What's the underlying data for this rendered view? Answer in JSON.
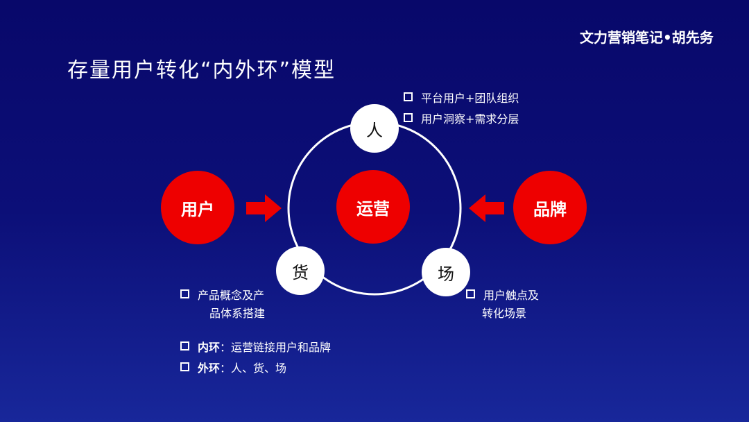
{
  "title": "存量用户转化“内外环”模型",
  "watermark": "文力营销笔记•胡先务",
  "nodes": {
    "user": "用户",
    "ops": "运营",
    "brand": "品牌",
    "people": "人",
    "goods": "货",
    "place": "场"
  },
  "people_points": [
    "平台用户+团队组织",
    "用户洞察+需求分层"
  ],
  "goods_points": {
    "line1": "产品概念及产",
    "line2": "品体系搭建"
  },
  "place_points": {
    "line1": "用户触点及",
    "line2": "转化场景"
  },
  "legend": [
    {
      "label": "内环",
      "sep": "：",
      "text": "运营链接用户和品牌"
    },
    {
      "label": "外环",
      "sep": "：",
      "text": "人、货、场"
    }
  ],
  "colors": {
    "red": "#ee0000",
    "bg": "#0c0f78"
  }
}
